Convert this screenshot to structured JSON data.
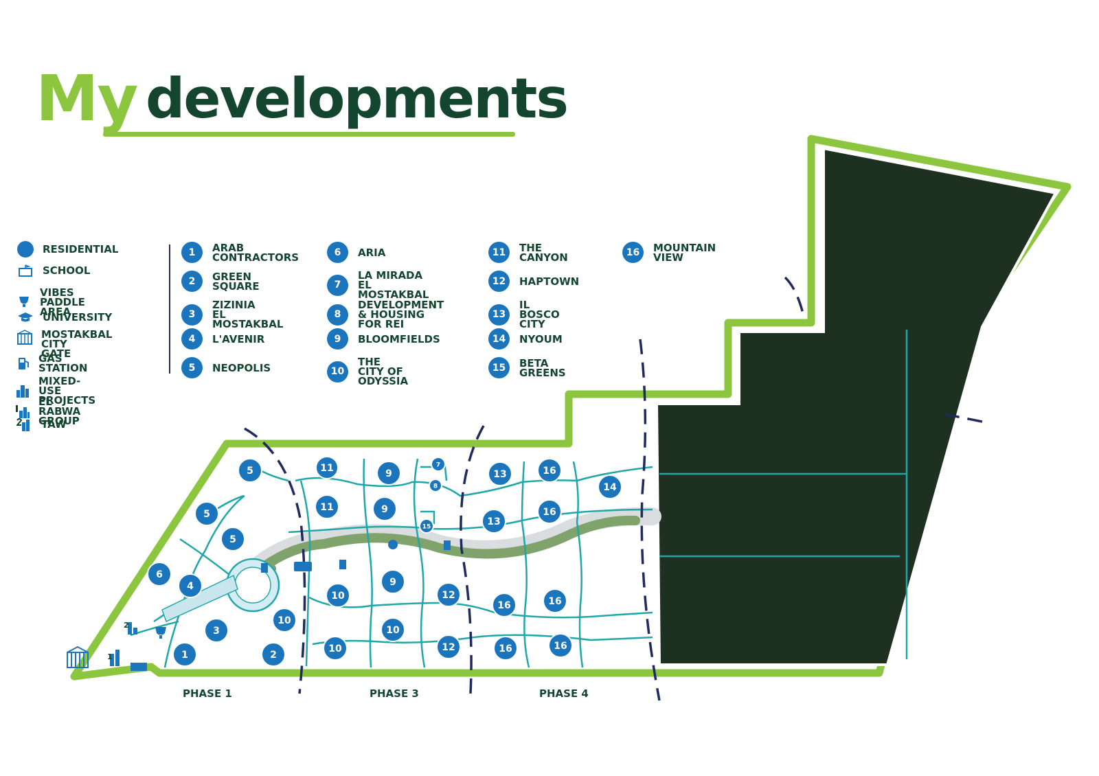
{
  "title": {
    "my": "My",
    "rest": "developments"
  },
  "legend_types": [
    {
      "label": "RESIDENTIAL",
      "icon": "residential-dot-icon"
    },
    {
      "label": "SCHOOL",
      "icon": "school-icon"
    },
    {
      "label": "VIBES PADDLE AREA",
      "icon": "trophy-icon"
    },
    {
      "label": "UNIVERSITY",
      "icon": "graduation-cap-icon"
    },
    {
      "label": "MOSTAKBAL CITY\nGATE",
      "icon": "gate-icon"
    },
    {
      "label": "GAS STATION",
      "icon": "gas-pump-icon"
    },
    {
      "label": "MIXED-USE PROJECTS",
      "icon": "buildings-icon"
    },
    {
      "label": "EL RABWA GROUP",
      "icon": "buildings-1-icon"
    },
    {
      "label": "TAW",
      "icon": "buildings-2-icon"
    }
  ],
  "developments": [
    {
      "num": "1",
      "name": "ARAB\nCONTRACTORS"
    },
    {
      "num": "2",
      "name": "GREEN SQUARE"
    },
    {
      "num": "3",
      "name": "ZIZINIA\nEL MOSTAKBAL"
    },
    {
      "num": "4",
      "name": "L'AVENIR"
    },
    {
      "num": "5",
      "name": "NEOPOLIS"
    },
    {
      "num": "6",
      "name": "ARIA"
    },
    {
      "num": "7",
      "name": "LA MIRADA\nEL MOSTAKBAL"
    },
    {
      "num": "8",
      "name": "DEVELOPMENT\n& HOUSING FOR REI"
    },
    {
      "num": "9",
      "name": "BLOOMFIELDS"
    },
    {
      "num": "10",
      "name": "THE CITY OF ODYSSIA"
    },
    {
      "num": "11",
      "name": "THE CANYON"
    },
    {
      "num": "12",
      "name": "HAPTOWN"
    },
    {
      "num": "13",
      "name": "IL BOSCO CITY"
    },
    {
      "num": "14",
      "name": "NYOUM"
    },
    {
      "num": "15",
      "name": "BETA GREENS"
    },
    {
      "num": "16",
      "name": "MOUNTAIN VIEW"
    }
  ],
  "phases": [
    "PHASE 1",
    "PHASE 3",
    "PHASE 4"
  ],
  "map_markers": [
    "5",
    "5",
    "5",
    "6",
    "4",
    "3",
    "1",
    "2",
    "10",
    "11",
    "11",
    "9",
    "9",
    "7",
    "8",
    "15",
    "10",
    "9",
    "10",
    "10",
    "12",
    "12",
    "13",
    "13",
    "16",
    "16",
    "14",
    "16",
    "16",
    "16",
    "16"
  ],
  "mini_labels": [
    "2",
    "1"
  ],
  "colors": {
    "boundary": "#8cc63f",
    "roads": "#1fa7a8",
    "marker": "#1b75bc",
    "dark_zone": "#1e3020",
    "title_dark": "#14452f",
    "phase_line": "#1f2a5e"
  }
}
